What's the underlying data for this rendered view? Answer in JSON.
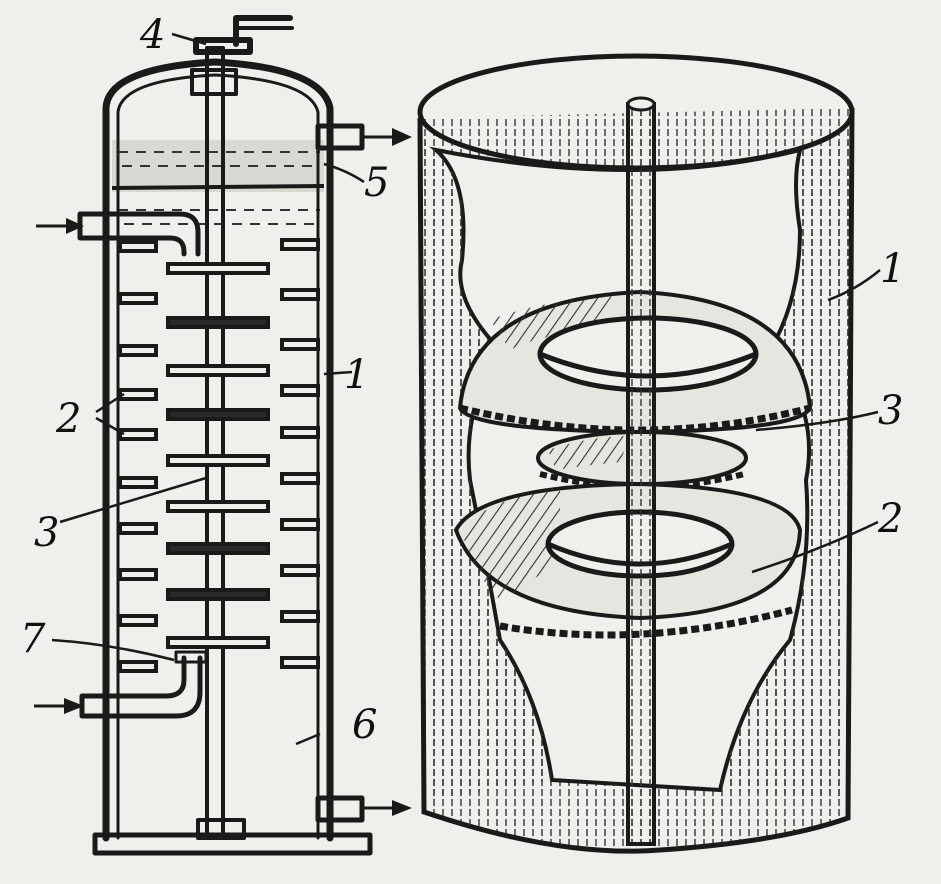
{
  "colors": {
    "ink": "#1a1a1a",
    "paper": "#efefeb",
    "liquid": "#d9d9d4",
    "hatch": "#333333"
  },
  "labels": {
    "l1a": "1",
    "l1b": "1",
    "l2a": "2",
    "l2b": "2",
    "l3a": "3",
    "l3b": "3",
    "l4": "4",
    "l5": "5",
    "l6": "6",
    "l7": "7"
  }
}
